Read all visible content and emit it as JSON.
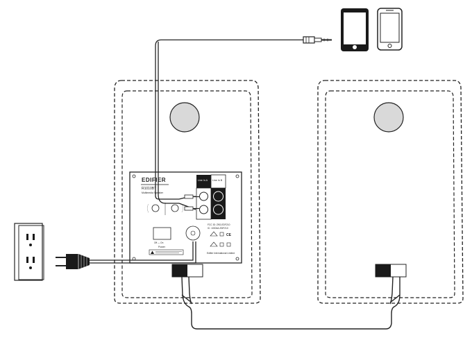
{
  "panel": {
    "brand": "EDIFIER",
    "model": "R1010BT",
    "subtitle": "Multimedia Speaker",
    "line_a_label": "Line In A",
    "line_b_label": "Line In B",
    "power_label": "Power",
    "power_switch": "Off — On",
    "fcc_text": "FCC ID: Z9G-EDF210",
    "ic_text": "IC: 10004A-EDF210",
    "company": "Edifier International Limited"
  },
  "colors": {
    "line": "#222222",
    "knob": "#d9d9d9",
    "panel": "#ffffff",
    "socket": "#1a1a1a"
  },
  "icons": [
    "tablet-icon",
    "phone-icon",
    "wall-outlet-icon",
    "power-plug-icon",
    "aux-plug-icon"
  ]
}
